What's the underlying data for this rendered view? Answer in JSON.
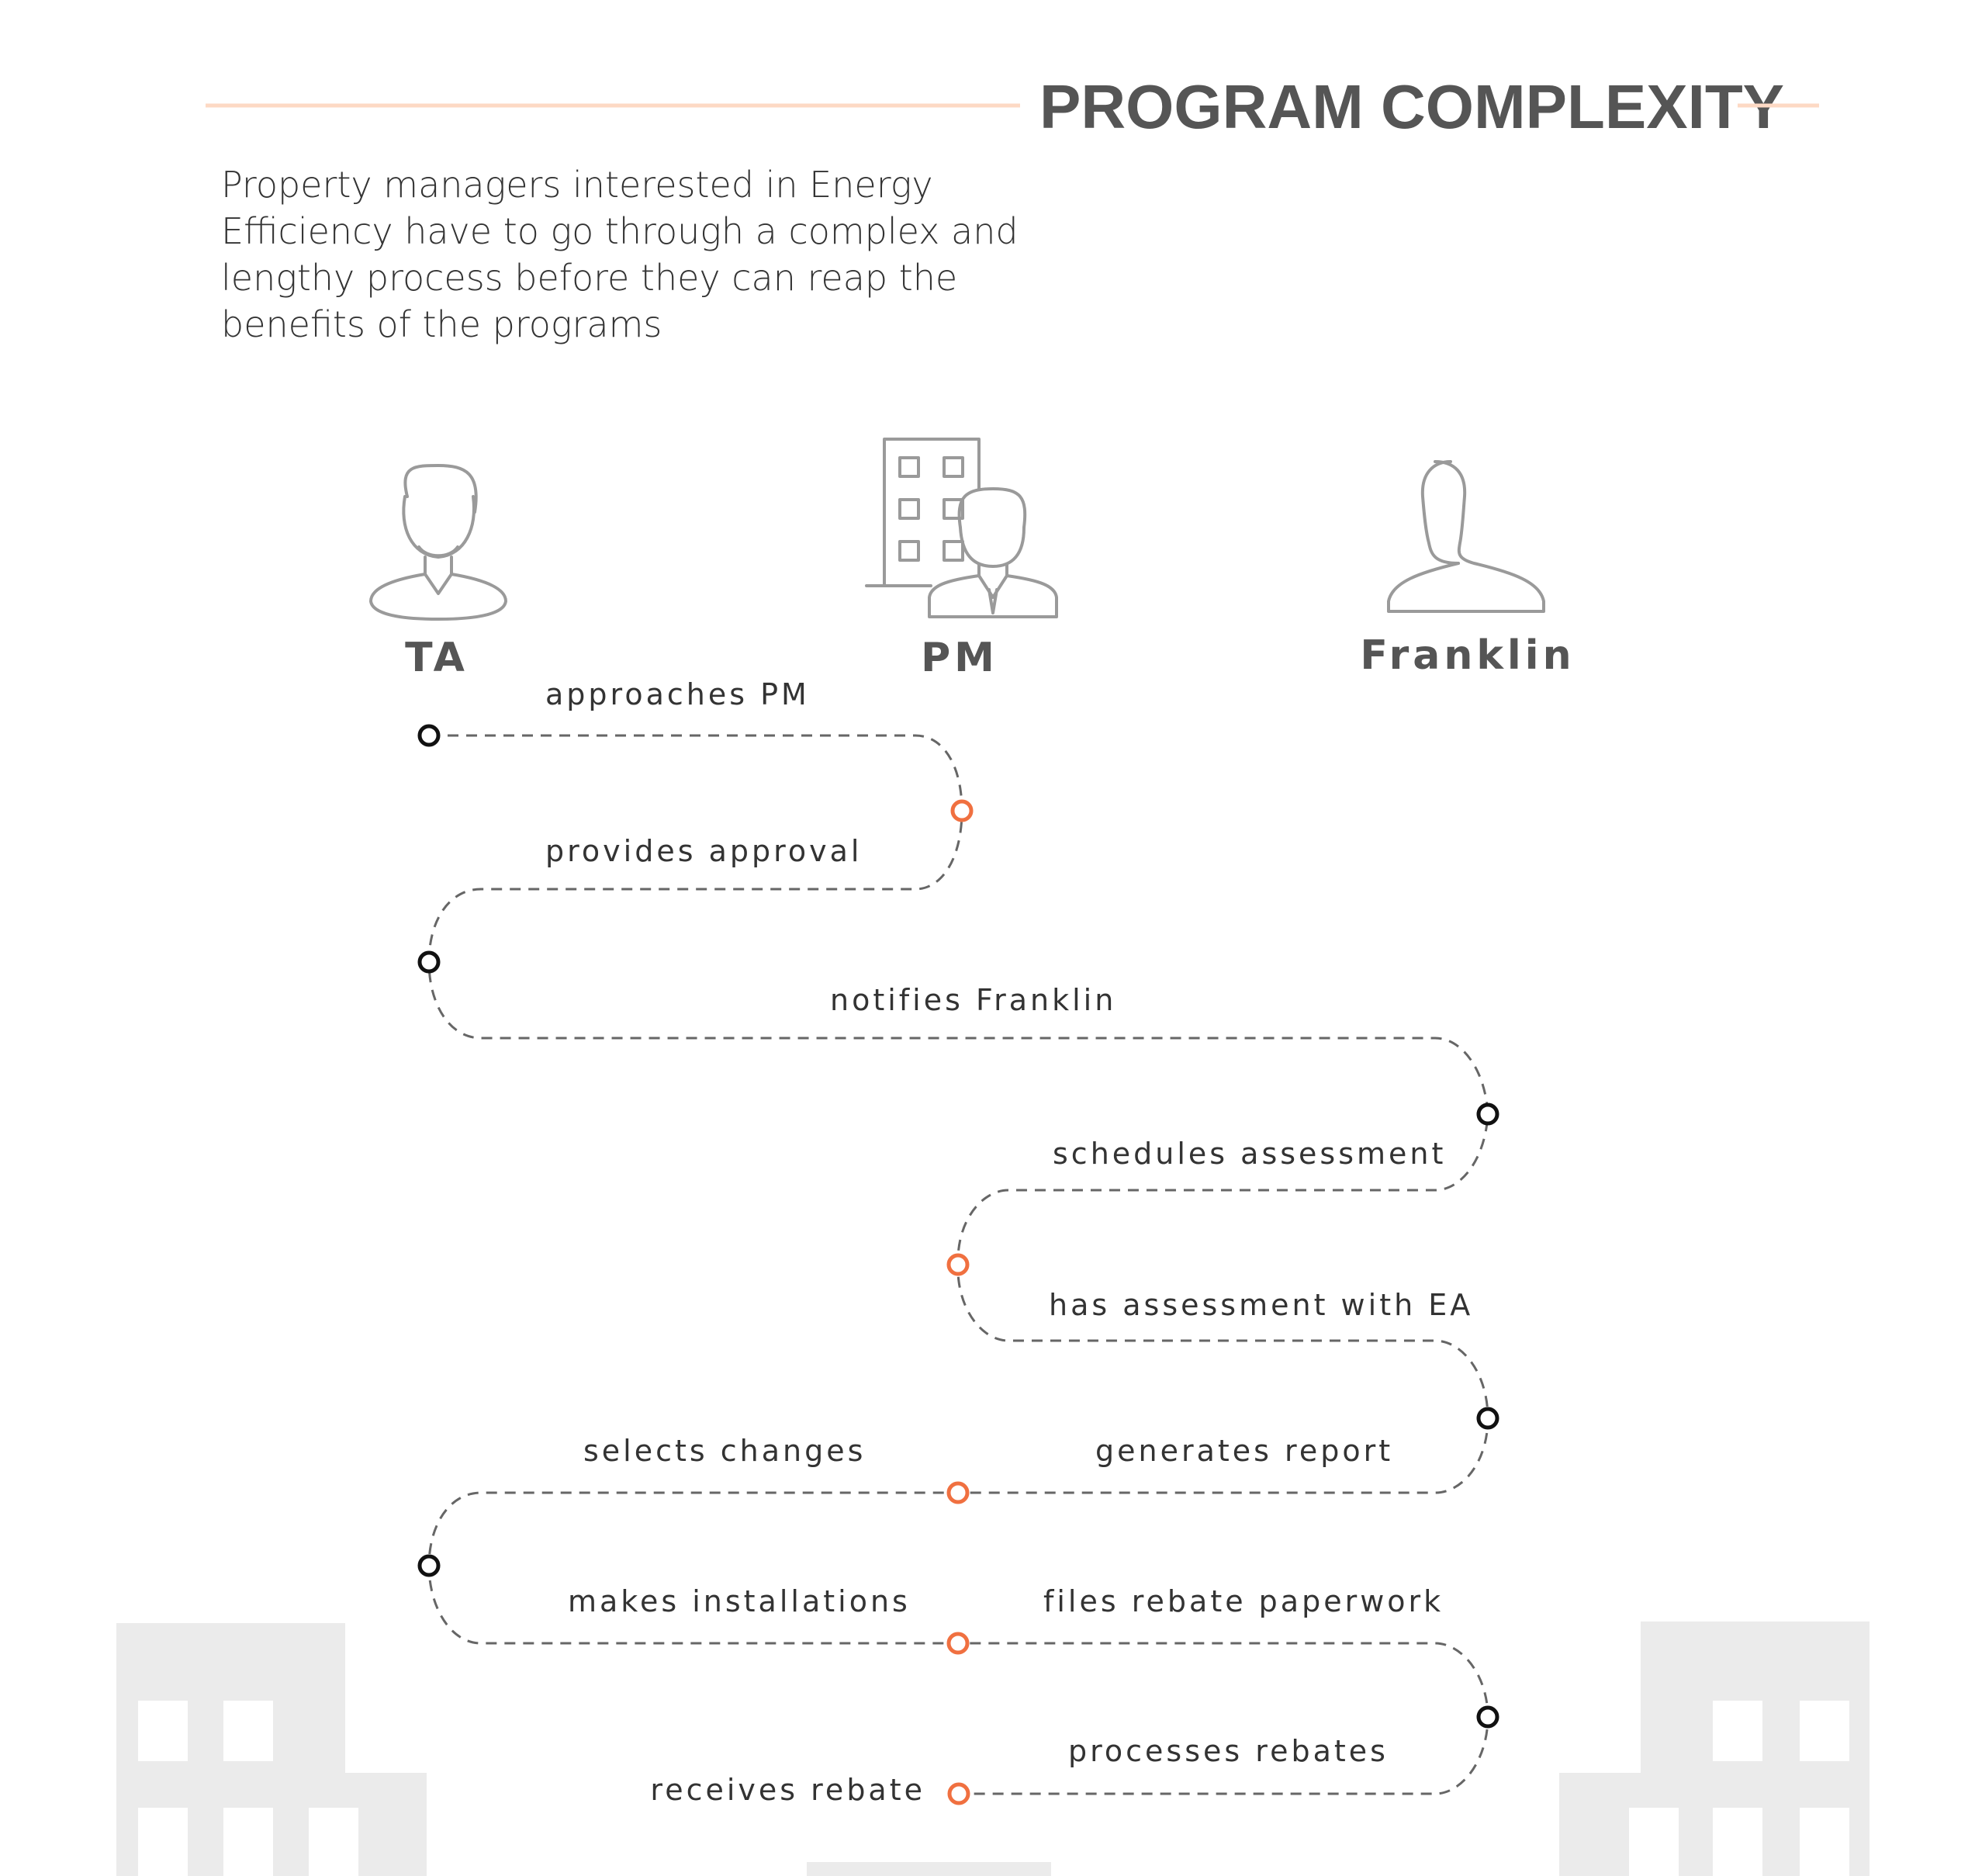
{
  "header": {
    "title": "PROGRAM COMPLEXITY",
    "rule_color": "#fdd9c4"
  },
  "intro": {
    "lines": [
      "Property managers interested in Energy",
      "Efficiency have to go through a complex and",
      "lengthy process before they can reap the",
      "benefits of the programs"
    ]
  },
  "actors": [
    {
      "id": "ta",
      "label": "TA",
      "icon": "bearded-man-icon"
    },
    {
      "id": "pm",
      "label": "PM",
      "icon": "manager-with-building-icon"
    },
    {
      "id": "franklin",
      "label": "Franklin",
      "icon": "person-silhouette-icon"
    }
  ],
  "colors": {
    "node_default": "#111111",
    "node_pm": "#f07040",
    "path": "#666666",
    "building": "#ebebeb"
  },
  "steps": [
    {
      "label": "approaches PM",
      "actor": "ta"
    },
    {
      "label": "provides approval",
      "actor": "pm"
    },
    {
      "label": "notifies Franklin",
      "actor": "ta"
    },
    {
      "label": "schedules assessment",
      "actor": "franklin"
    },
    {
      "label": "has assessment with EA",
      "actor": "pm"
    },
    {
      "label": "generates report",
      "actor": "franklin"
    },
    {
      "label": "selects changes",
      "actor": "pm"
    },
    {
      "label": "makes installations",
      "actor": "ta"
    },
    {
      "label": "files rebate paperwork",
      "actor": "pm"
    },
    {
      "label": "processes rebates",
      "actor": "franklin"
    },
    {
      "label": "receives rebate",
      "actor": "pm"
    }
  ]
}
